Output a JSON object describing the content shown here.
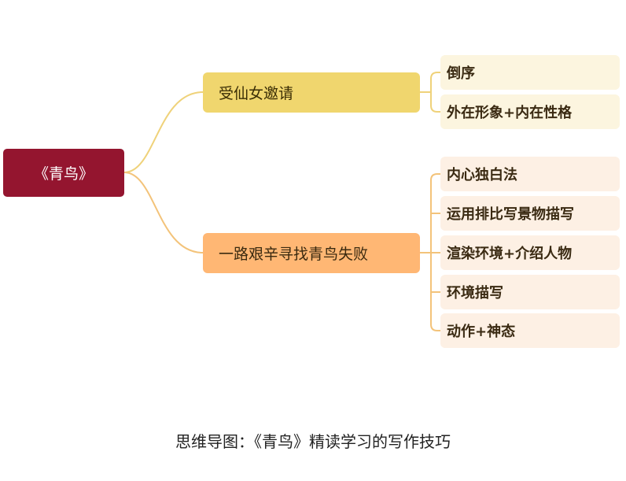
{
  "root": {
    "label": "《青鸟》"
  },
  "branches": [
    {
      "label": "受仙女邀请",
      "color": "#f0d66e",
      "line": "#efd27a",
      "children": [
        "倒序",
        "外在形象+内在性格"
      ]
    },
    {
      "label": "一路艰辛寻找青鸟失败",
      "color": "#ffb774",
      "line": "#f3c37a",
      "children": [
        "内心独白法",
        "运用排比写景物描写",
        "渲染环境+介绍人物",
        "环境描写",
        "动作+神态"
      ]
    }
  ],
  "caption": "思维导图：《青鸟》精读学习的写作技巧"
}
